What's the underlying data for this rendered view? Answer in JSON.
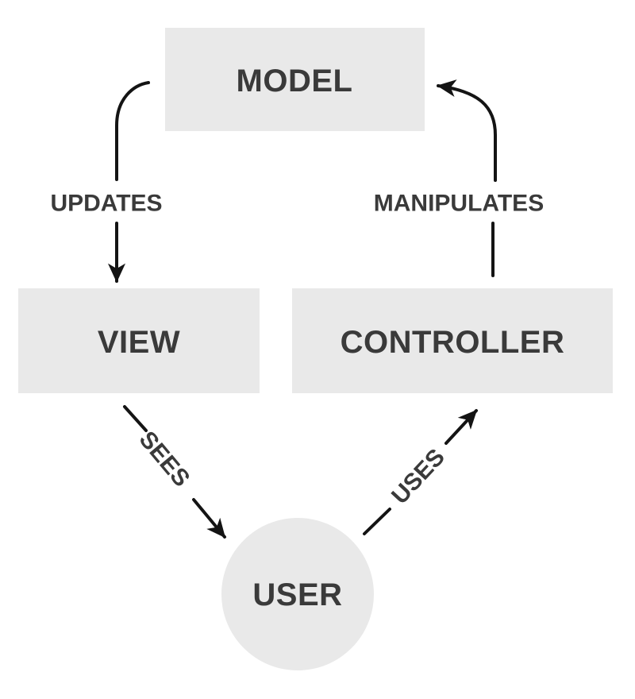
{
  "diagram": {
    "colors": {
      "background": "#ffffff",
      "node_fill": "#e9e9e9",
      "text": "#3a3a3a",
      "arrow": "#141414"
    },
    "nodes": {
      "model": {
        "label": "MODEL",
        "shape": "rectangle"
      },
      "view": {
        "label": "VIEW",
        "shape": "rectangle"
      },
      "controller": {
        "label": "CONTROLLER",
        "shape": "rectangle"
      },
      "user": {
        "label": "USER",
        "shape": "circle"
      }
    },
    "edges": {
      "model_to_view": {
        "label": "UPDATES",
        "from": "MODEL",
        "to": "VIEW"
      },
      "controller_to_model": {
        "label": "MANIPULATES",
        "from": "CONTROLLER",
        "to": "MODEL"
      },
      "view_to_user": {
        "label": "SEES",
        "from": "VIEW",
        "to": "USER"
      },
      "user_to_controller": {
        "label": "USES",
        "from": "USER",
        "to": "CONTROLLER"
      }
    }
  }
}
